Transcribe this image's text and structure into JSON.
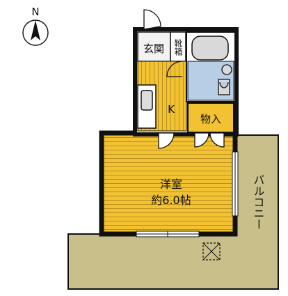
{
  "compass": {
    "north_label": "N"
  },
  "rooms": {
    "genkan": "玄関",
    "shoe_cabinet": "靴箱",
    "kitchen": "K",
    "storage": "物入",
    "western_room": "洋室",
    "western_room_size": "約6.0帖",
    "balcony": "バルコニー"
  },
  "colors": {
    "wall": "#111111",
    "floor_yellow": "#f2c232",
    "floor_stripe": "#b8901e",
    "balcony_fill": "#c9bf8a",
    "bath_fill": "#b8cde6",
    "fixture_grey": "#d9d9d9"
  }
}
